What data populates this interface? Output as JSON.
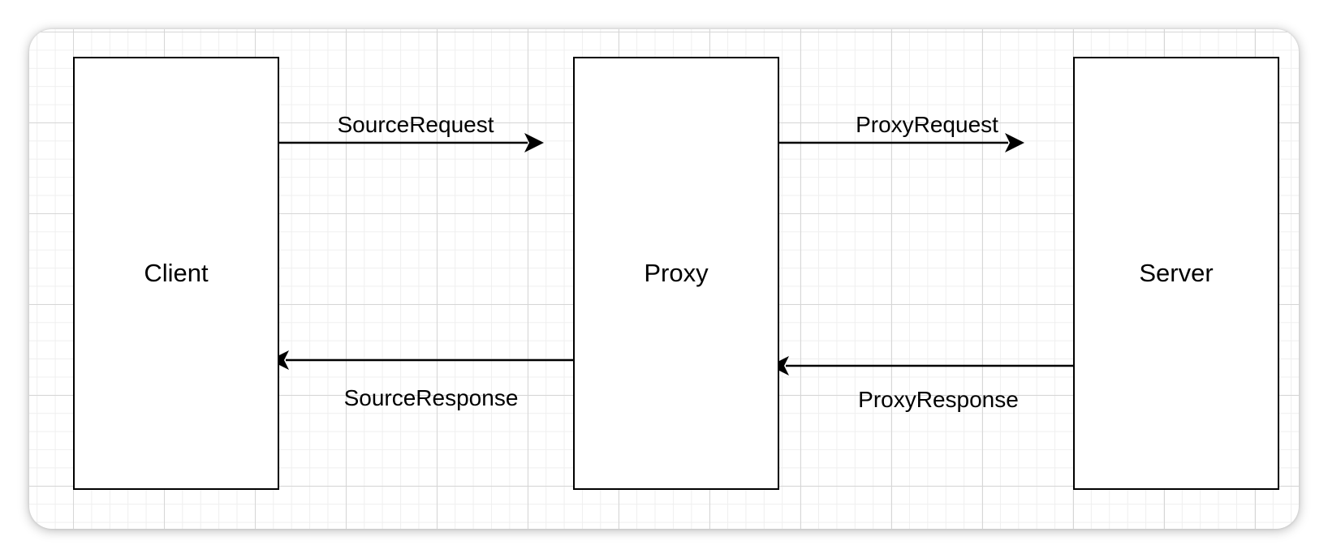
{
  "nodes": {
    "client": "Client",
    "proxy": "Proxy",
    "server": "Server"
  },
  "edges": {
    "source_request": "SourceRequest",
    "proxy_request": "ProxyRequest",
    "source_response": "SourceResponse",
    "proxy_response": "ProxyResponse"
  },
  "colors": {
    "stroke": "#000000",
    "grid_major": "#d6d6d6",
    "grid_minor": "#efefef",
    "background": "#ffffff"
  }
}
